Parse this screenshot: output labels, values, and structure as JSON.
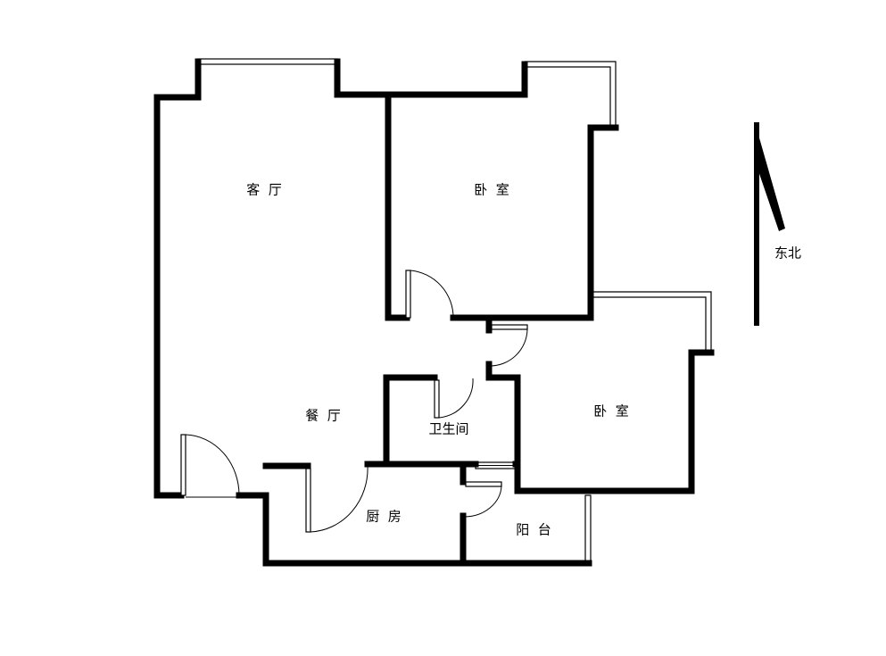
{
  "rooms": {
    "living_room": "客  厅",
    "bedroom_1": "卧  室",
    "dining_room": "餐  厅",
    "bathroom": "卫生间",
    "bedroom_2": "卧  室",
    "kitchen": "厨  房",
    "balcony": "阳  台"
  },
  "compass": {
    "label": "东北"
  }
}
